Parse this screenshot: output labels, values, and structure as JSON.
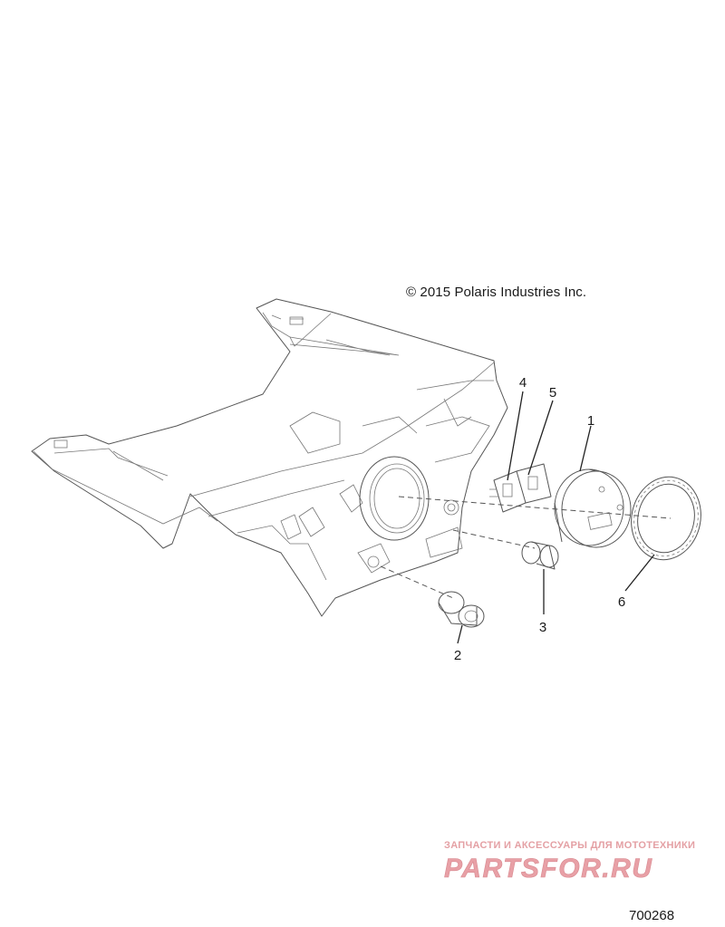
{
  "copyright": "© 2015 Polaris Industries Inc.",
  "callouts": [
    {
      "id": "1",
      "label": "1"
    },
    {
      "id": "2",
      "label": "2"
    },
    {
      "id": "3",
      "label": "3"
    },
    {
      "id": "4",
      "label": "4"
    },
    {
      "id": "5",
      "label": "5"
    },
    {
      "id": "6",
      "label": "6"
    }
  ],
  "watermark": {
    "tagline": "ЗАПЧАСТИ И АКСЕССУАРЫ ДЛЯ МОТОТЕХНИКИ",
    "brand": "PARTSFOR.RU",
    "color": "#e8a0a6"
  },
  "drawing_number": "700268",
  "colors": {
    "line": "#555555",
    "background": "#ffffff"
  }
}
